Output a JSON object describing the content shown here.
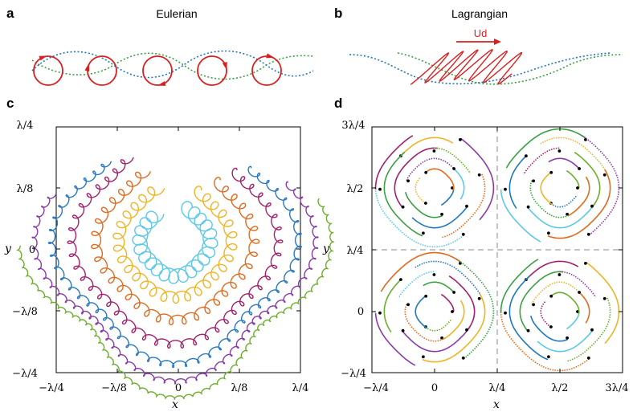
{
  "panels": {
    "a": {
      "letter": "a",
      "title": "Eulerian"
    },
    "b": {
      "letter": "b",
      "title": "Lagrangian",
      "arrow_label": "Ud"
    },
    "c": {
      "letter": "c",
      "xlabel": "x",
      "ylabel": "y",
      "xticks": [
        "−λ/4",
        "−λ/8",
        "0",
        "λ/8",
        "λ/4"
      ],
      "yticks": [
        "λ/4",
        "λ/8",
        "0",
        "−λ/8",
        "−λ/4"
      ]
    },
    "d": {
      "letter": "d",
      "xlabel": "x",
      "ylabel": "y",
      "xticks": [
        "−λ/4",
        "0",
        "λ/4",
        "λ/2",
        "3λ/4"
      ],
      "yticks": [
        "3λ/4",
        "λ/2",
        "λ/4",
        "0",
        "−λ/4"
      ]
    }
  },
  "colors": {
    "red": "#d92020",
    "blue": "#1f77c4",
    "green": "#3aa040",
    "c_series": [
      "#5bc8e8",
      "#f0b323",
      "#e06a1e",
      "#a3206a",
      "#2a78c0",
      "#8a3aa8",
      "#6cae2c"
    ]
  }
}
